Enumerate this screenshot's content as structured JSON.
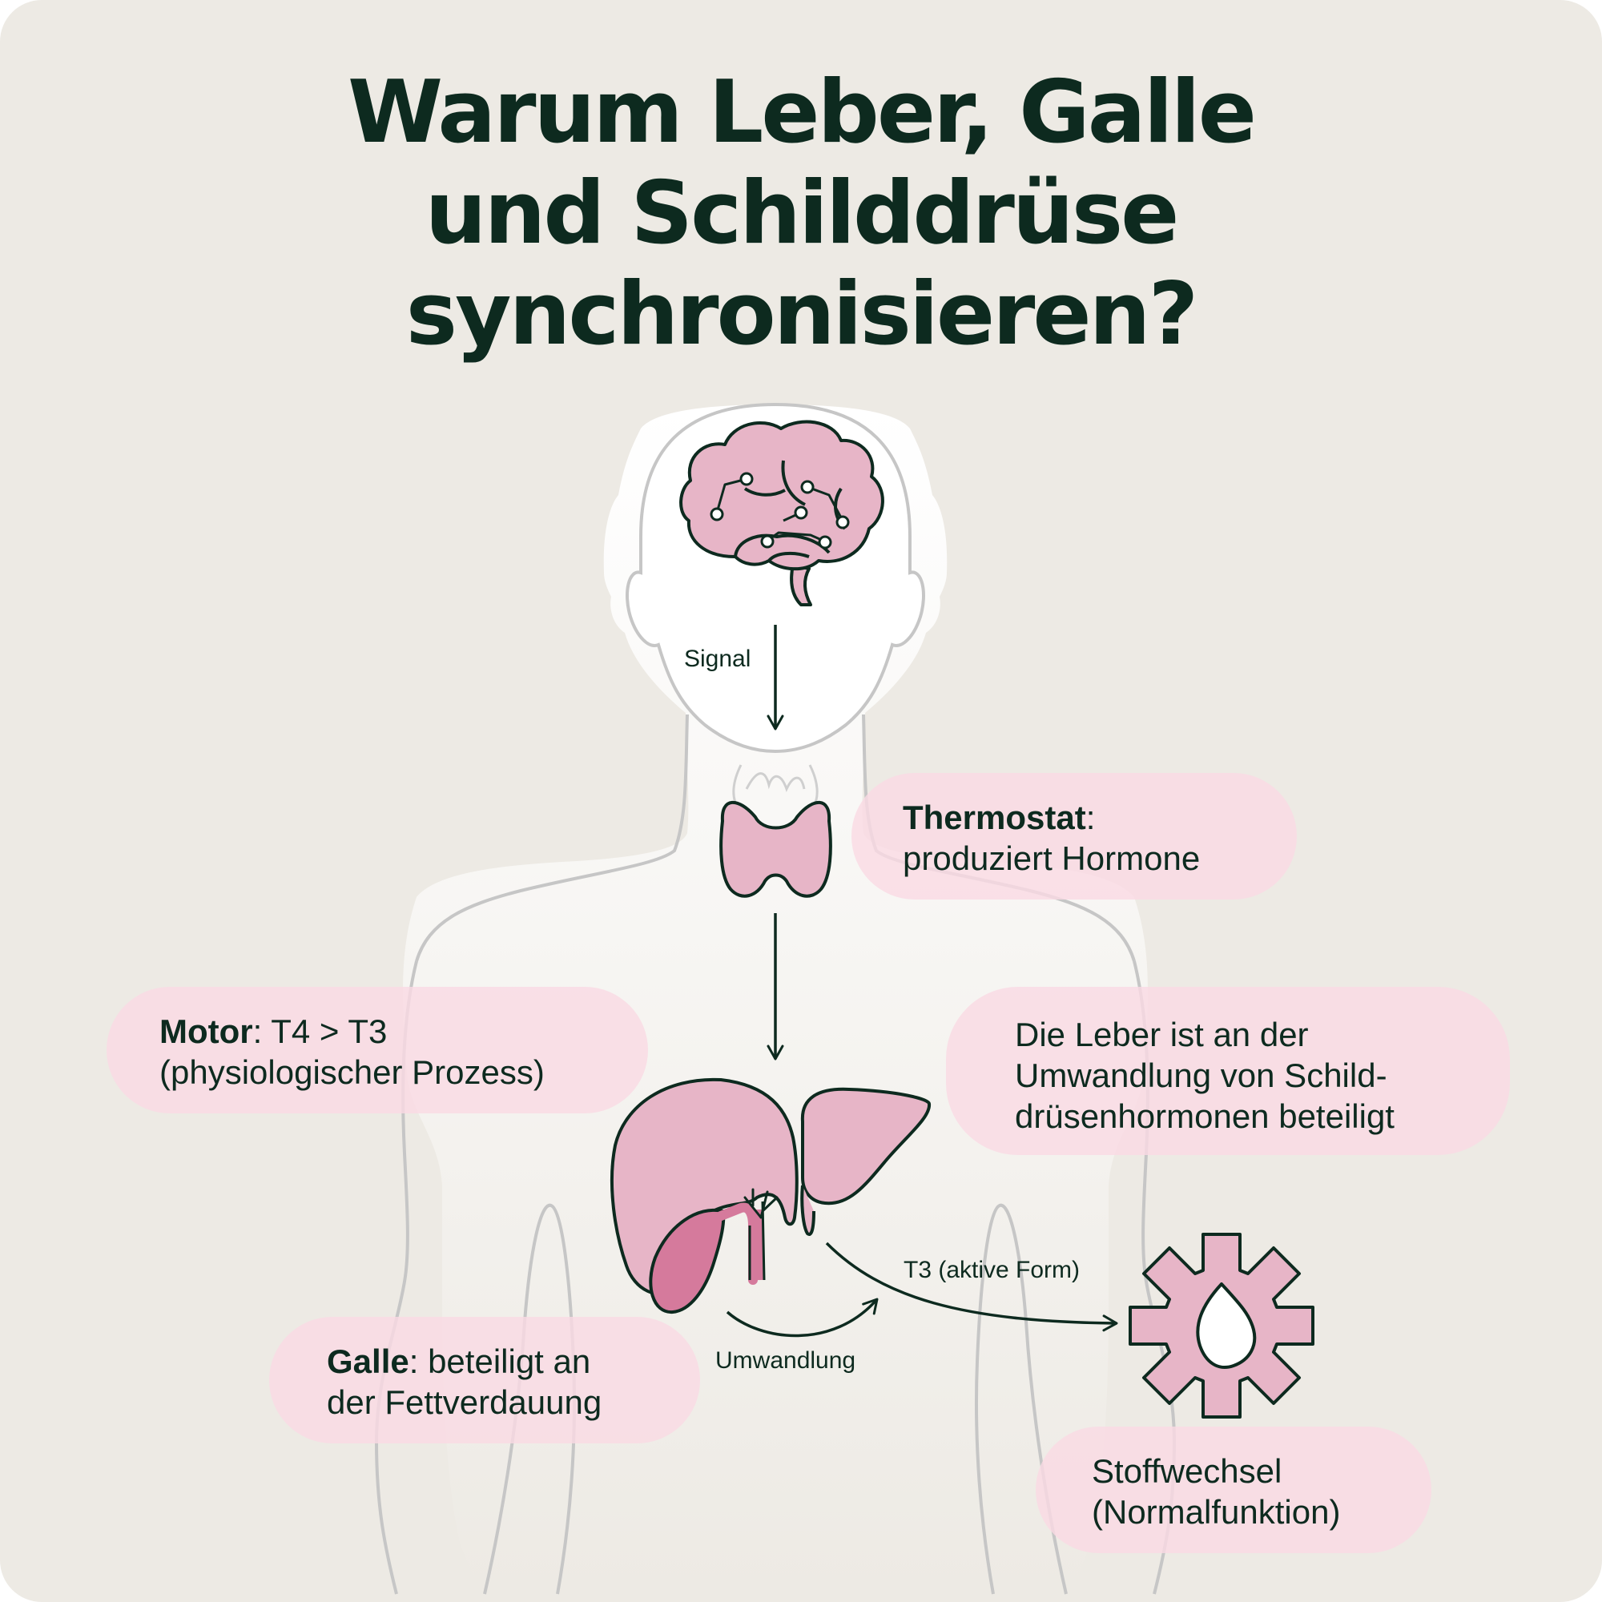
{
  "title_lines": [
    "Warum Leber, Galle",
    "und Schilddrüse",
    "synchronisieren?"
  ],
  "colors": {
    "background": "#edeae4",
    "text": "#0d2a1f",
    "organ_pink": "#e7b5c7",
    "gallbladder_pink": "#d57a9c",
    "pill_pink": "#fadae4",
    "outline_gray": "#c6c6c6"
  },
  "icons": {
    "brain": "brain-icon",
    "thyroid": "thyroid-icon",
    "liver": "liver-icon",
    "metabolism": "gear-flame-icon"
  },
  "labels": {
    "signal": "Signal",
    "umwandlung": "Umwandlung",
    "t3_active": "T3 (aktive Form)"
  },
  "callouts": {
    "thermostat": {
      "term": "Thermostat",
      "sep": ":",
      "text": "produziert Hormone"
    },
    "motor": {
      "term": "Motor",
      "sep": ":",
      "text1": " T4 > T3",
      "text2": "(physiologischer Prozess)"
    },
    "leber": {
      "line1": "Die Leber ist an der",
      "line2": "Umwandlung von Schild-",
      "line3": "drüsenhormonen beteiligt"
    },
    "galle": {
      "term": "Galle",
      "sep": ":",
      "text1": " beteiligt an",
      "text2": "der Fettverdauung"
    },
    "stoffwechsel": {
      "line1": "Stoffwechsel",
      "line2": "(Normalfunktion)"
    }
  }
}
